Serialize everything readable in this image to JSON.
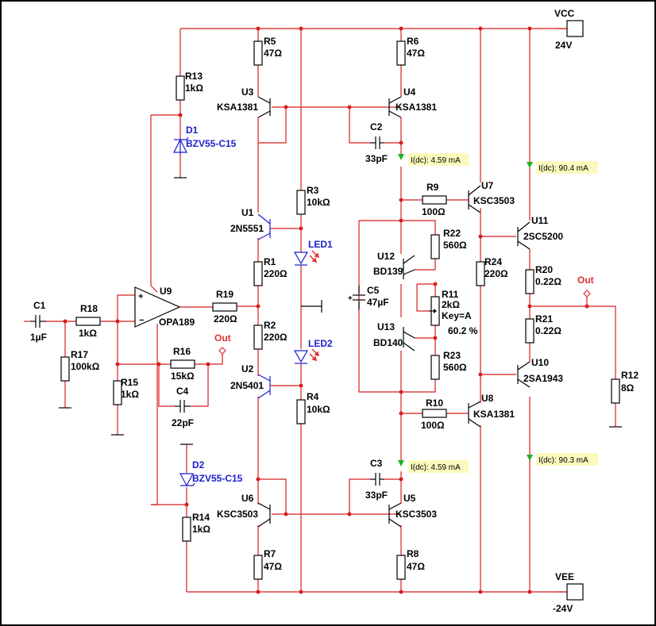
{
  "rails": {
    "vcc": {
      "name": "VCC",
      "value": "24V"
    },
    "vee": {
      "name": "VEE",
      "value": "-24V"
    }
  },
  "resistors": [
    {
      "id": "R5",
      "value": "47Ω"
    },
    {
      "id": "R6",
      "value": "47Ω"
    },
    {
      "id": "R13",
      "value": "1kΩ"
    },
    {
      "id": "R3",
      "value": "10kΩ"
    },
    {
      "id": "R9",
      "value": "100Ω"
    },
    {
      "id": "R22",
      "value": "560Ω"
    },
    {
      "id": "R24",
      "value": "220Ω"
    },
    {
      "id": "R1",
      "value": "220Ω"
    },
    {
      "id": "R20",
      "value": "0.22Ω"
    },
    {
      "id": "R18",
      "value": "1kΩ"
    },
    {
      "id": "R19",
      "value": "220Ω"
    },
    {
      "id": "R2",
      "value": "220Ω"
    },
    {
      "id": "R21",
      "value": "0.22Ω"
    },
    {
      "id": "R17",
      "value": "100kΩ"
    },
    {
      "id": "R16",
      "value": "15kΩ"
    },
    {
      "id": "R23",
      "value": "560Ω"
    },
    {
      "id": "R15",
      "value": "1kΩ"
    },
    {
      "id": "R4",
      "value": "10kΩ"
    },
    {
      "id": "R10",
      "value": "100Ω"
    },
    {
      "id": "R12",
      "value": "8Ω"
    },
    {
      "id": "R14",
      "value": "1kΩ"
    },
    {
      "id": "R7",
      "value": "47Ω"
    },
    {
      "id": "R8",
      "value": "47Ω"
    }
  ],
  "potentiometer": {
    "id": "R11",
    "value": "2kΩ",
    "key": "Key=A",
    "setting": "60.2 %"
  },
  "capacitors": [
    {
      "id": "C1",
      "value": "1µF"
    },
    {
      "id": "C2",
      "value": "33pF"
    },
    {
      "id": "C3",
      "value": "33pF"
    },
    {
      "id": "C4",
      "value": "22pF"
    },
    {
      "id": "C5",
      "value": "47µF"
    }
  ],
  "transistors": [
    {
      "id": "U3",
      "part": "KSA1381"
    },
    {
      "id": "U4",
      "part": "KSA1381"
    },
    {
      "id": "U7",
      "part": "KSC3503"
    },
    {
      "id": "U11",
      "part": "2SC5200"
    },
    {
      "id": "U1",
      "part": "2N5551"
    },
    {
      "id": "U12",
      "part": "BD139"
    },
    {
      "id": "U13",
      "part": "BD140"
    },
    {
      "id": "U10",
      "part": "2SA1943"
    },
    {
      "id": "U2",
      "part": "2N5401"
    },
    {
      "id": "U8",
      "part": "KSA1381"
    },
    {
      "id": "U6",
      "part": "KSC3503"
    },
    {
      "id": "U5",
      "part": "KSC3503"
    }
  ],
  "opamp": {
    "id": "U9",
    "part": "OPA189"
  },
  "zeners": [
    {
      "id": "D1",
      "part": "BZV55-C15"
    },
    {
      "id": "D2",
      "part": "BZV55-C15"
    }
  ],
  "leds": [
    "LED1",
    "LED2"
  ],
  "out_labels": [
    "Out",
    "Out"
  ],
  "probes": [
    "I(dc): 4.59 mA",
    "I(dc): 90.4 mA",
    "I(dc): 4.59 mA",
    "I(dc): 90.3 mA"
  ],
  "colors": {
    "wire": "#d81e1e",
    "component": "#000000",
    "diode": "#1c1ccf",
    "probe_bg": "#fafabe",
    "led_arrow": "#e03030"
  }
}
